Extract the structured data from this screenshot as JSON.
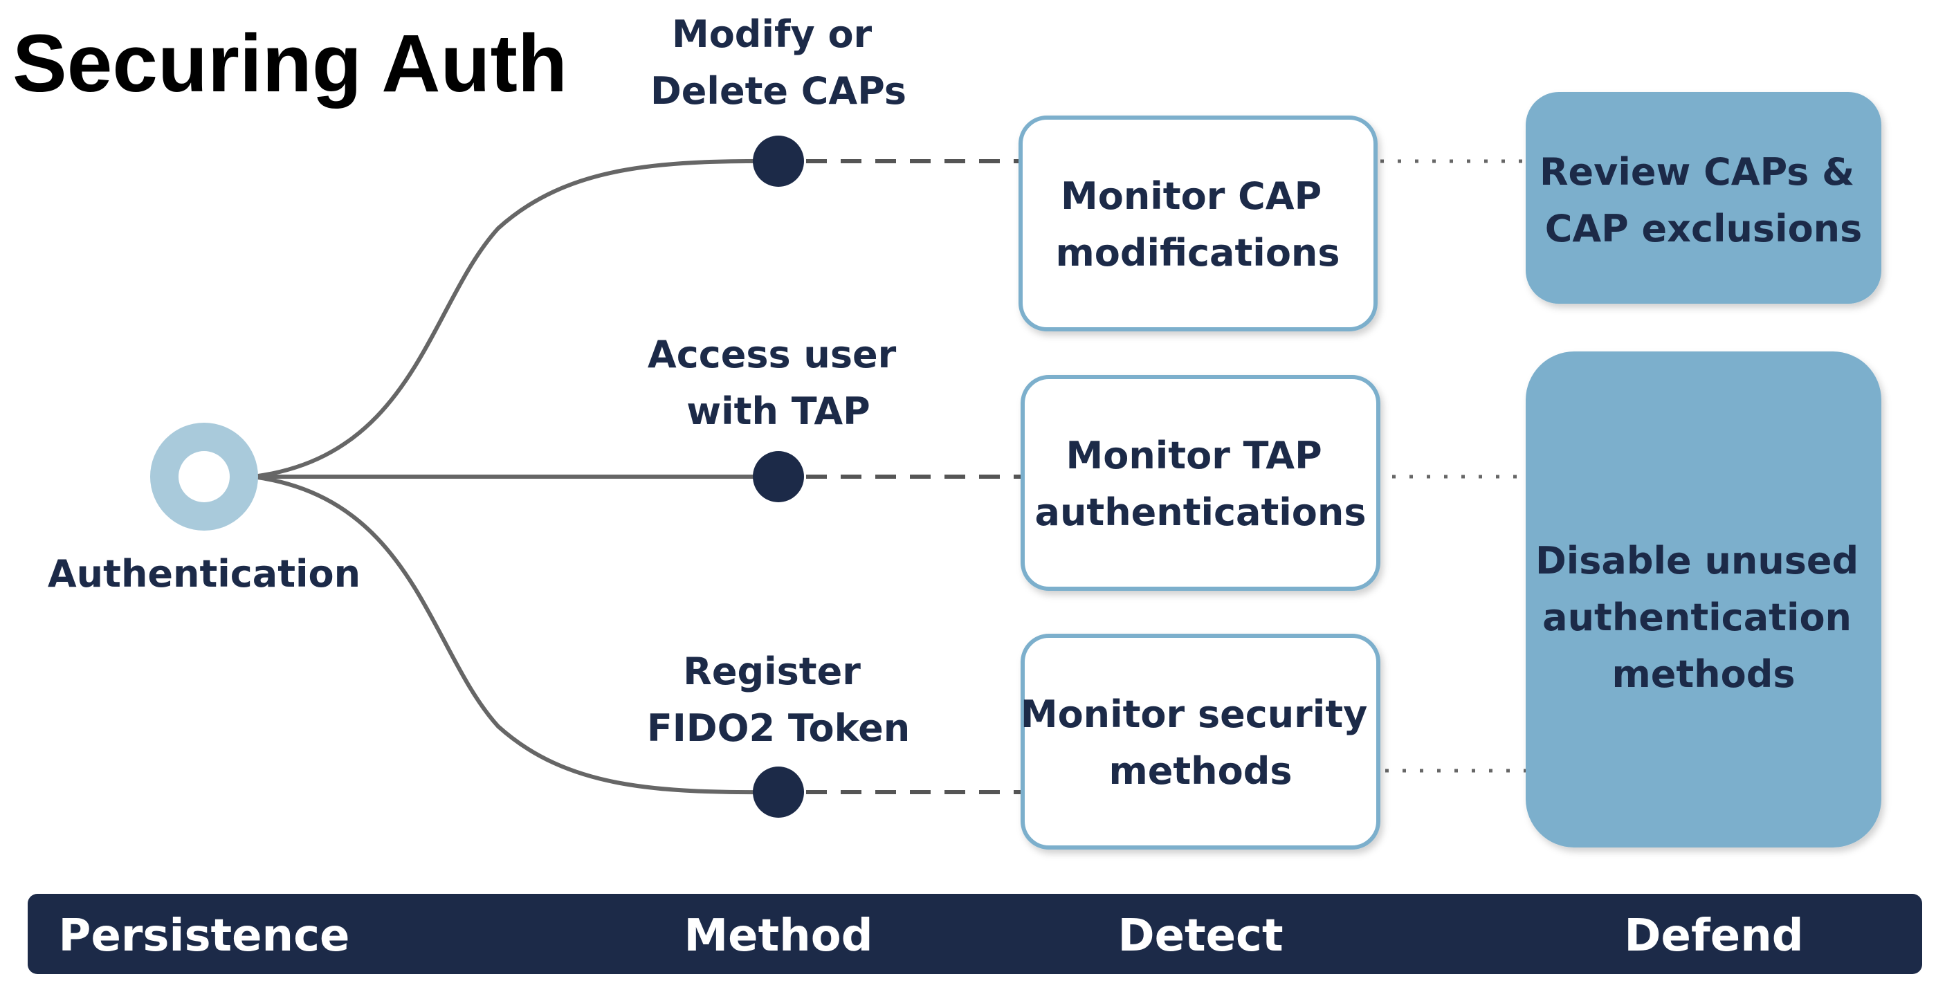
{
  "title": "Securing Auth",
  "root": {
    "label": "Authentication"
  },
  "methods": [
    {
      "lines": [
        "Modify or",
        "Delete CAPs"
      ]
    },
    {
      "lines": [
        "Access user",
        "with TAP"
      ]
    },
    {
      "lines": [
        "Register",
        "FIDO2 Token"
      ]
    }
  ],
  "detect": [
    {
      "lines": [
        "Monitor CAP",
        "modifications"
      ]
    },
    {
      "lines": [
        "Monitor TAP",
        "authentications"
      ]
    },
    {
      "lines": [
        "Monitor security",
        "methods"
      ]
    }
  ],
  "defend": [
    {
      "lines": [
        "Review CAPs &",
        "CAP exclusions"
      ]
    },
    {
      "lines": [
        "Disable unused",
        "authentication",
        "methods"
      ]
    }
  ],
  "footer": {
    "persistence": "Persistence",
    "method": "Method",
    "detect": "Detect",
    "defend": "Defend"
  },
  "colors": {
    "navy": "#1c2a48",
    "defend_fill": "#7bafcc",
    "detect_border": "#7bafcc",
    "root_ring": "#a9cadb",
    "connector": "#666666"
  }
}
